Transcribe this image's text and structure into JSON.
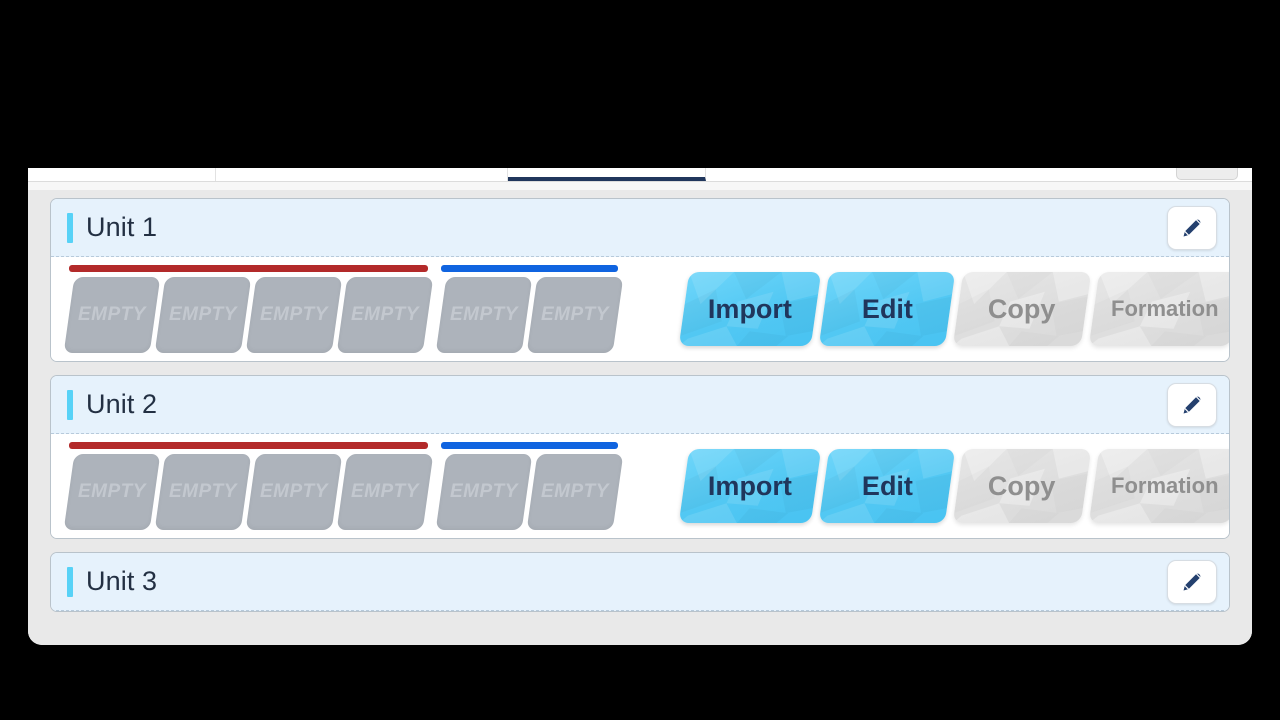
{
  "window": {
    "tabs": [
      {
        "label": "",
        "active": false
      },
      {
        "label": "",
        "active": false
      },
      {
        "label": "",
        "active": true
      },
      {
        "label": "",
        "active": false
      }
    ],
    "topbar_button_label": ""
  },
  "theme": {
    "accent_cyan": "#57d2f7",
    "header_bg": "#e6f2fc",
    "title_color": "#233043",
    "primary_button": "#52c8f3",
    "disabled_button": "#dedede",
    "group_bar_red": "#b32a2a",
    "group_bar_blue": "#1064e0",
    "slot_fill": "#adb3bb",
    "slot_label_color": "#c3c8cf"
  },
  "slot_empty_label": "EMPTY",
  "edit_icon_name": "pencil-icon",
  "actions": [
    {
      "id": "import",
      "label": "Import",
      "state": "enabled"
    },
    {
      "id": "edit",
      "label": "Edit",
      "state": "enabled"
    },
    {
      "id": "copy",
      "label": "Copy",
      "state": "disabled"
    },
    {
      "id": "formation",
      "label": "Formation",
      "state": "disabled"
    }
  ],
  "units": [
    {
      "title": "Unit 1",
      "expanded": true,
      "groups": [
        {
          "bar_color": "red",
          "slots": [
            "EMPTY",
            "EMPTY",
            "EMPTY",
            "EMPTY"
          ]
        },
        {
          "bar_color": "blue",
          "slots": [
            "EMPTY",
            "EMPTY"
          ]
        }
      ]
    },
    {
      "title": "Unit 2",
      "expanded": true,
      "groups": [
        {
          "bar_color": "red",
          "slots": [
            "EMPTY",
            "EMPTY",
            "EMPTY",
            "EMPTY"
          ]
        },
        {
          "bar_color": "blue",
          "slots": [
            "EMPTY",
            "EMPTY"
          ]
        }
      ]
    },
    {
      "title": "Unit 3",
      "expanded": false,
      "groups": []
    }
  ]
}
